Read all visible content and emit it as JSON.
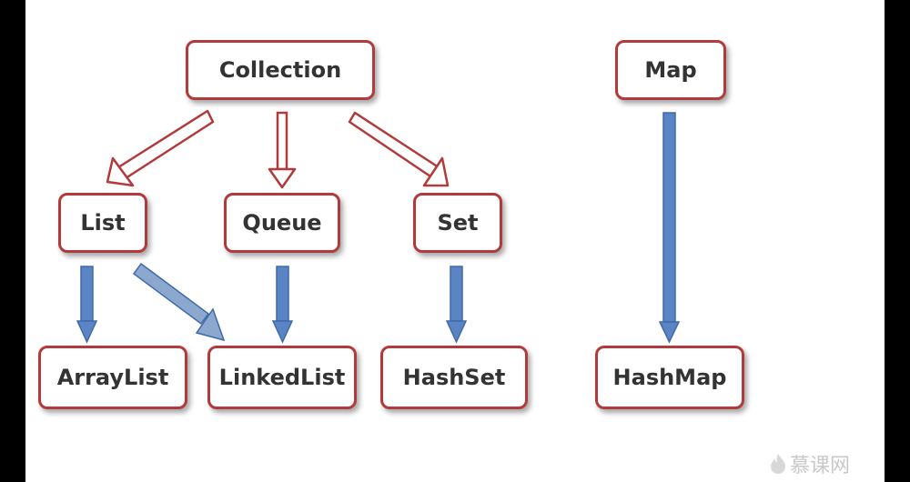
{
  "nodes": {
    "collection": "Collection",
    "map": "Map",
    "list": "List",
    "queue": "Queue",
    "set": "Set",
    "arraylist": "ArrayList",
    "linkedlist": "LinkedList",
    "hashset": "HashSet",
    "hashmap": "HashMap"
  },
  "colors": {
    "box_border": "#b23a3a",
    "interface_arrow": "#b23a3a",
    "implementation_arrow": "#5b84c4"
  },
  "watermark": "慕课网"
}
